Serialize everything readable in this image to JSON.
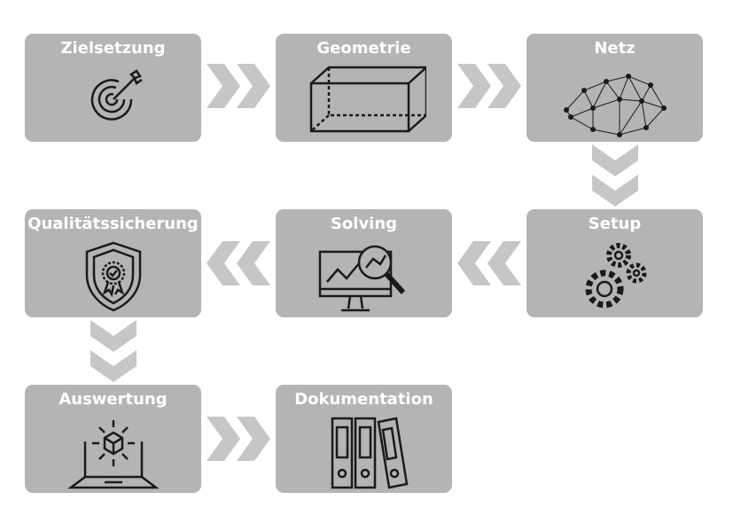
{
  "steps": [
    {
      "label": "Zielsetzung",
      "icon": "target-icon"
    },
    {
      "label": "Geometrie",
      "icon": "cube-icon"
    },
    {
      "label": "Netz",
      "icon": "mesh-icon"
    },
    {
      "label": "Setup",
      "icon": "gears-icon"
    },
    {
      "label": "Solving",
      "icon": "monitor-magnifier-icon"
    },
    {
      "label": "Qualitätssicherung",
      "icon": "shield-badge-icon"
    },
    {
      "label": "Auswertung",
      "icon": "laptop-cube-icon"
    },
    {
      "label": "Dokumentation",
      "icon": "binders-icon"
    }
  ],
  "colors": {
    "box": "#b4b4b4",
    "arrow": "#c6c6c6",
    "text": "#ffffff",
    "icon": "#1a1a1a"
  }
}
